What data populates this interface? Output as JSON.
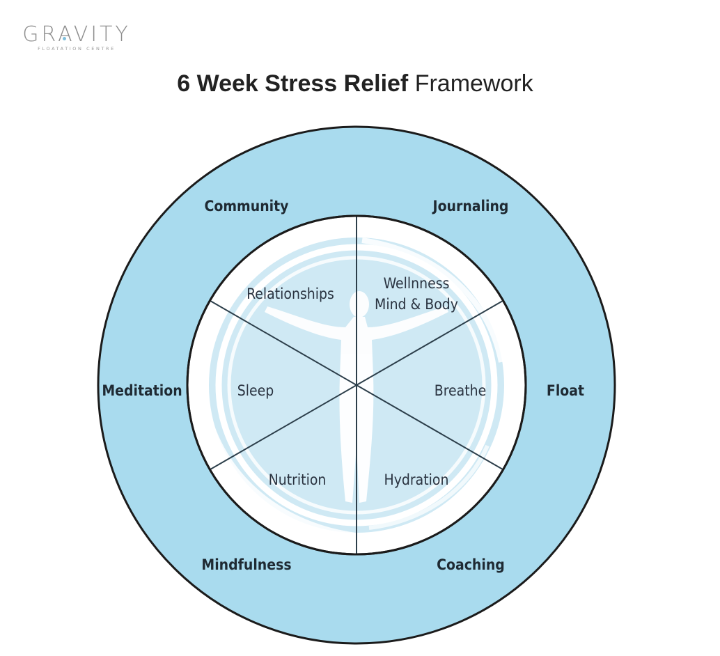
{
  "logo": {
    "name": "GRAVITY",
    "subtitle": "FLOATATION CENTRE"
  },
  "title": {
    "bold": "6 Week Stress Relief",
    "regular": "Framework"
  },
  "colors": {
    "ring": "#a9dbee",
    "figure": "#cfe9f4",
    "stroke": "#1b1b1b",
    "spoke": "#2c3e4a",
    "text": "#1f2a33"
  },
  "outer_ring": {
    "community": "Community",
    "journaling": "Journaling",
    "meditation": "Meditation",
    "float": "Float",
    "mindfulness": "Mindfulness",
    "coaching": "Coaching"
  },
  "inner_segments": {
    "relationships": "Relationships",
    "wellness_line1": "Wellnness",
    "wellness_line2": "Mind & Body",
    "sleep": "Sleep",
    "breathe": "Breathe",
    "nutrition": "Nutrition",
    "hydration": "Hydration"
  }
}
